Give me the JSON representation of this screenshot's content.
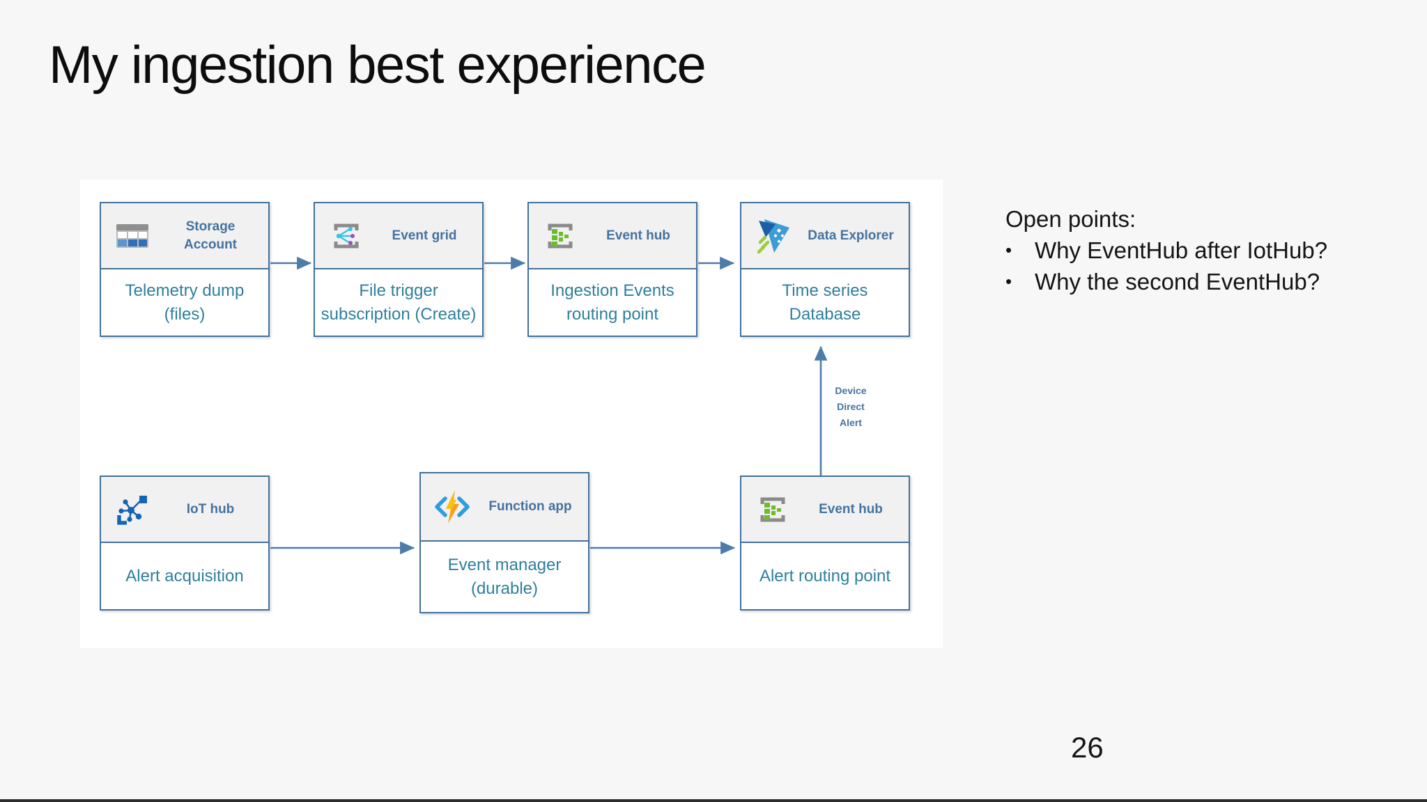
{
  "slide": {
    "title": "My ingestion best experience",
    "page_number": "26"
  },
  "open_points": {
    "heading": "Open points:",
    "bullet_glyph": "•",
    "bullets": [
      "Why EventHub after IotHub?",
      "Why the second EventHub?"
    ]
  },
  "diagram": {
    "nodes": [
      {
        "service": "Storage\nAccount",
        "label": "Telemetry dump\n(files)",
        "icon": "storage-account-icon"
      },
      {
        "service": "Event grid",
        "label": "File trigger\nsubscription (Create)",
        "icon": "event-grid-icon"
      },
      {
        "service": "Event hub",
        "label": "Ingestion Events\nrouting point",
        "icon": "event-hub-icon"
      },
      {
        "service": "Data Explorer",
        "label": "Time series\nDatabase",
        "icon": "data-explorer-icon"
      },
      {
        "service": "IoT hub",
        "label": "Alert acquisition",
        "icon": "iot-hub-icon"
      },
      {
        "service": "Function app",
        "label": "Event manager\n(durable)",
        "icon": "function-app-icon"
      },
      {
        "service": "Event hub",
        "label": "Alert routing point",
        "icon": "event-hub-icon"
      }
    ],
    "edge_label": "Device\nDirect\nAlert"
  },
  "colors": {
    "slide_background": "#f7f7f8",
    "panel_fill": "#ffffff",
    "box_border": "#41719c",
    "header_fill": "#f1f1f2",
    "service_label": "#44739e",
    "node_label_teal": "#2e7f9c",
    "arrow": "#4e7ca9",
    "event_hub_green": "#6cbe28",
    "event_grid_cyan": "#35c5e8",
    "event_grid_purple": "#9b4fc0",
    "iot_blue": "#1565b3",
    "function_bolt_orange": "#f9a01b",
    "data_explorer_blue": "#3e9bd5",
    "data_explorer_green": "#9ccc3d"
  }
}
